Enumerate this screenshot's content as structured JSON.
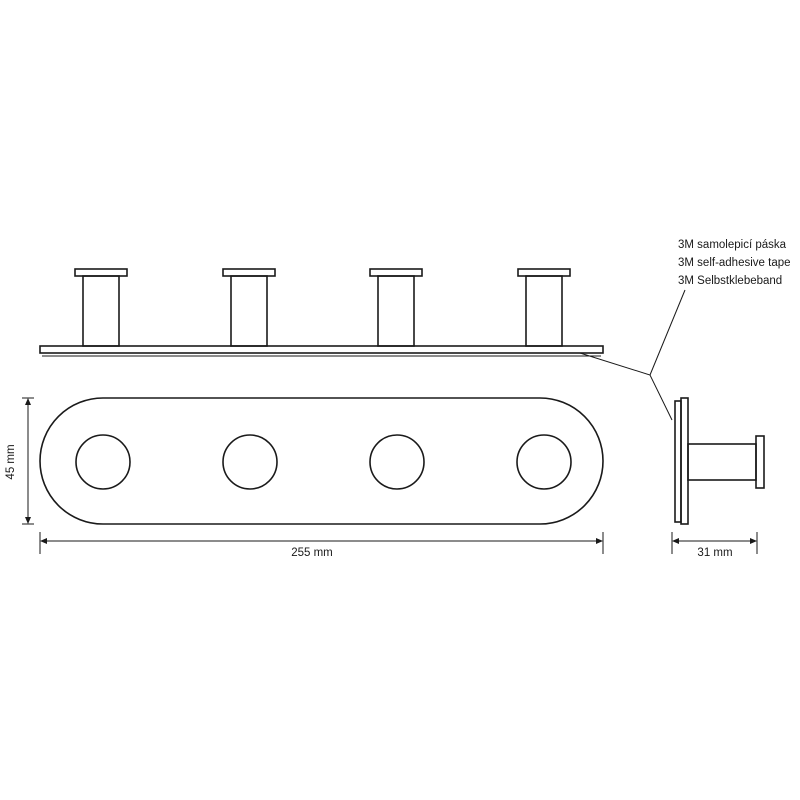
{
  "callout": {
    "lines": [
      "3M samolepicí páska",
      "3M self-adhesive tape",
      "3M Selbstklebeband"
    ]
  },
  "dimensions": {
    "width": "255 mm",
    "height": "45 mm",
    "depth": "31 mm"
  },
  "hooks": {
    "count": 4
  }
}
